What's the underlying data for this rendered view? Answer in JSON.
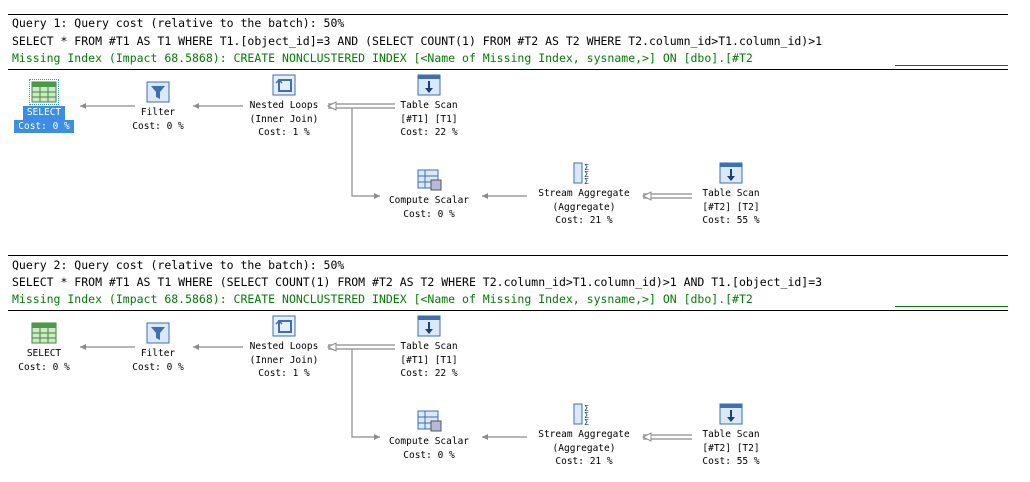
{
  "query1": {
    "header": "Query 1: Query cost (relative to the batch): 50%",
    "sql": "SELECT * FROM #T1 AS T1 WHERE T1.[object_id]=3 AND (SELECT COUNT(1) FROM #T2 AS T2 WHERE T2.column_id>T1.column_id)>1",
    "missing_index": "Missing Index (Impact 68.5868): CREATE NONCLUSTERED INDEX [<Name of Missing Index, sysname,>] ON [dbo].[#T2",
    "nodes": {
      "select": {
        "label": "SELECT",
        "cost": "Cost: 0 %"
      },
      "filter": {
        "label": "Filter",
        "cost": "Cost: 0 %"
      },
      "nested": {
        "label": "Nested Loops",
        "sub": "(Inner Join)",
        "cost": "Cost: 1 %"
      },
      "scan1": {
        "label": "Table Scan",
        "sub": "[#T1] [T1]",
        "cost": "Cost: 22 %"
      },
      "compute": {
        "label": "Compute Scalar",
        "cost": "Cost: 0 %"
      },
      "stream": {
        "label": "Stream Aggregate",
        "sub": "(Aggregate)",
        "cost": "Cost: 21 %"
      },
      "scan2": {
        "label": "Table Scan",
        "sub": "[#T2] [T2]",
        "cost": "Cost: 55 %"
      }
    }
  },
  "query2": {
    "header": "Query 2: Query cost (relative to the batch): 50%",
    "sql": "SELECT * FROM #T1 AS T1 WHERE (SELECT COUNT(1) FROM #T2 AS T2 WHERE T2.column_id>T1.column_id)>1 AND T1.[object_id]=3",
    "missing_index": "Missing Index (Impact 68.5868): CREATE NONCLUSTERED INDEX [<Name of Missing Index, sysname,>] ON [dbo].[#T2",
    "nodes": {
      "select": {
        "label": "SELECT",
        "cost": "Cost: 0 %"
      },
      "filter": {
        "label": "Filter",
        "cost": "Cost: 0 %"
      },
      "nested": {
        "label": "Nested Loops",
        "sub": "(Inner Join)",
        "cost": "Cost: 1 %"
      },
      "scan1": {
        "label": "Table Scan",
        "sub": "[#T1] [T1]",
        "cost": "Cost: 22 %"
      },
      "compute": {
        "label": "Compute Scalar",
        "cost": "Cost: 0 %"
      },
      "stream": {
        "label": "Stream Aggregate",
        "sub": "(Aggregate)",
        "cost": "Cost: 21 %"
      },
      "scan2": {
        "label": "Table Scan",
        "sub": "[#T2] [T2]",
        "cost": "Cost: 55 %"
      }
    }
  },
  "colors": {
    "missing_index_text": "#008000",
    "selection": "#3a8ee6",
    "connector": "#8c8c8c"
  }
}
